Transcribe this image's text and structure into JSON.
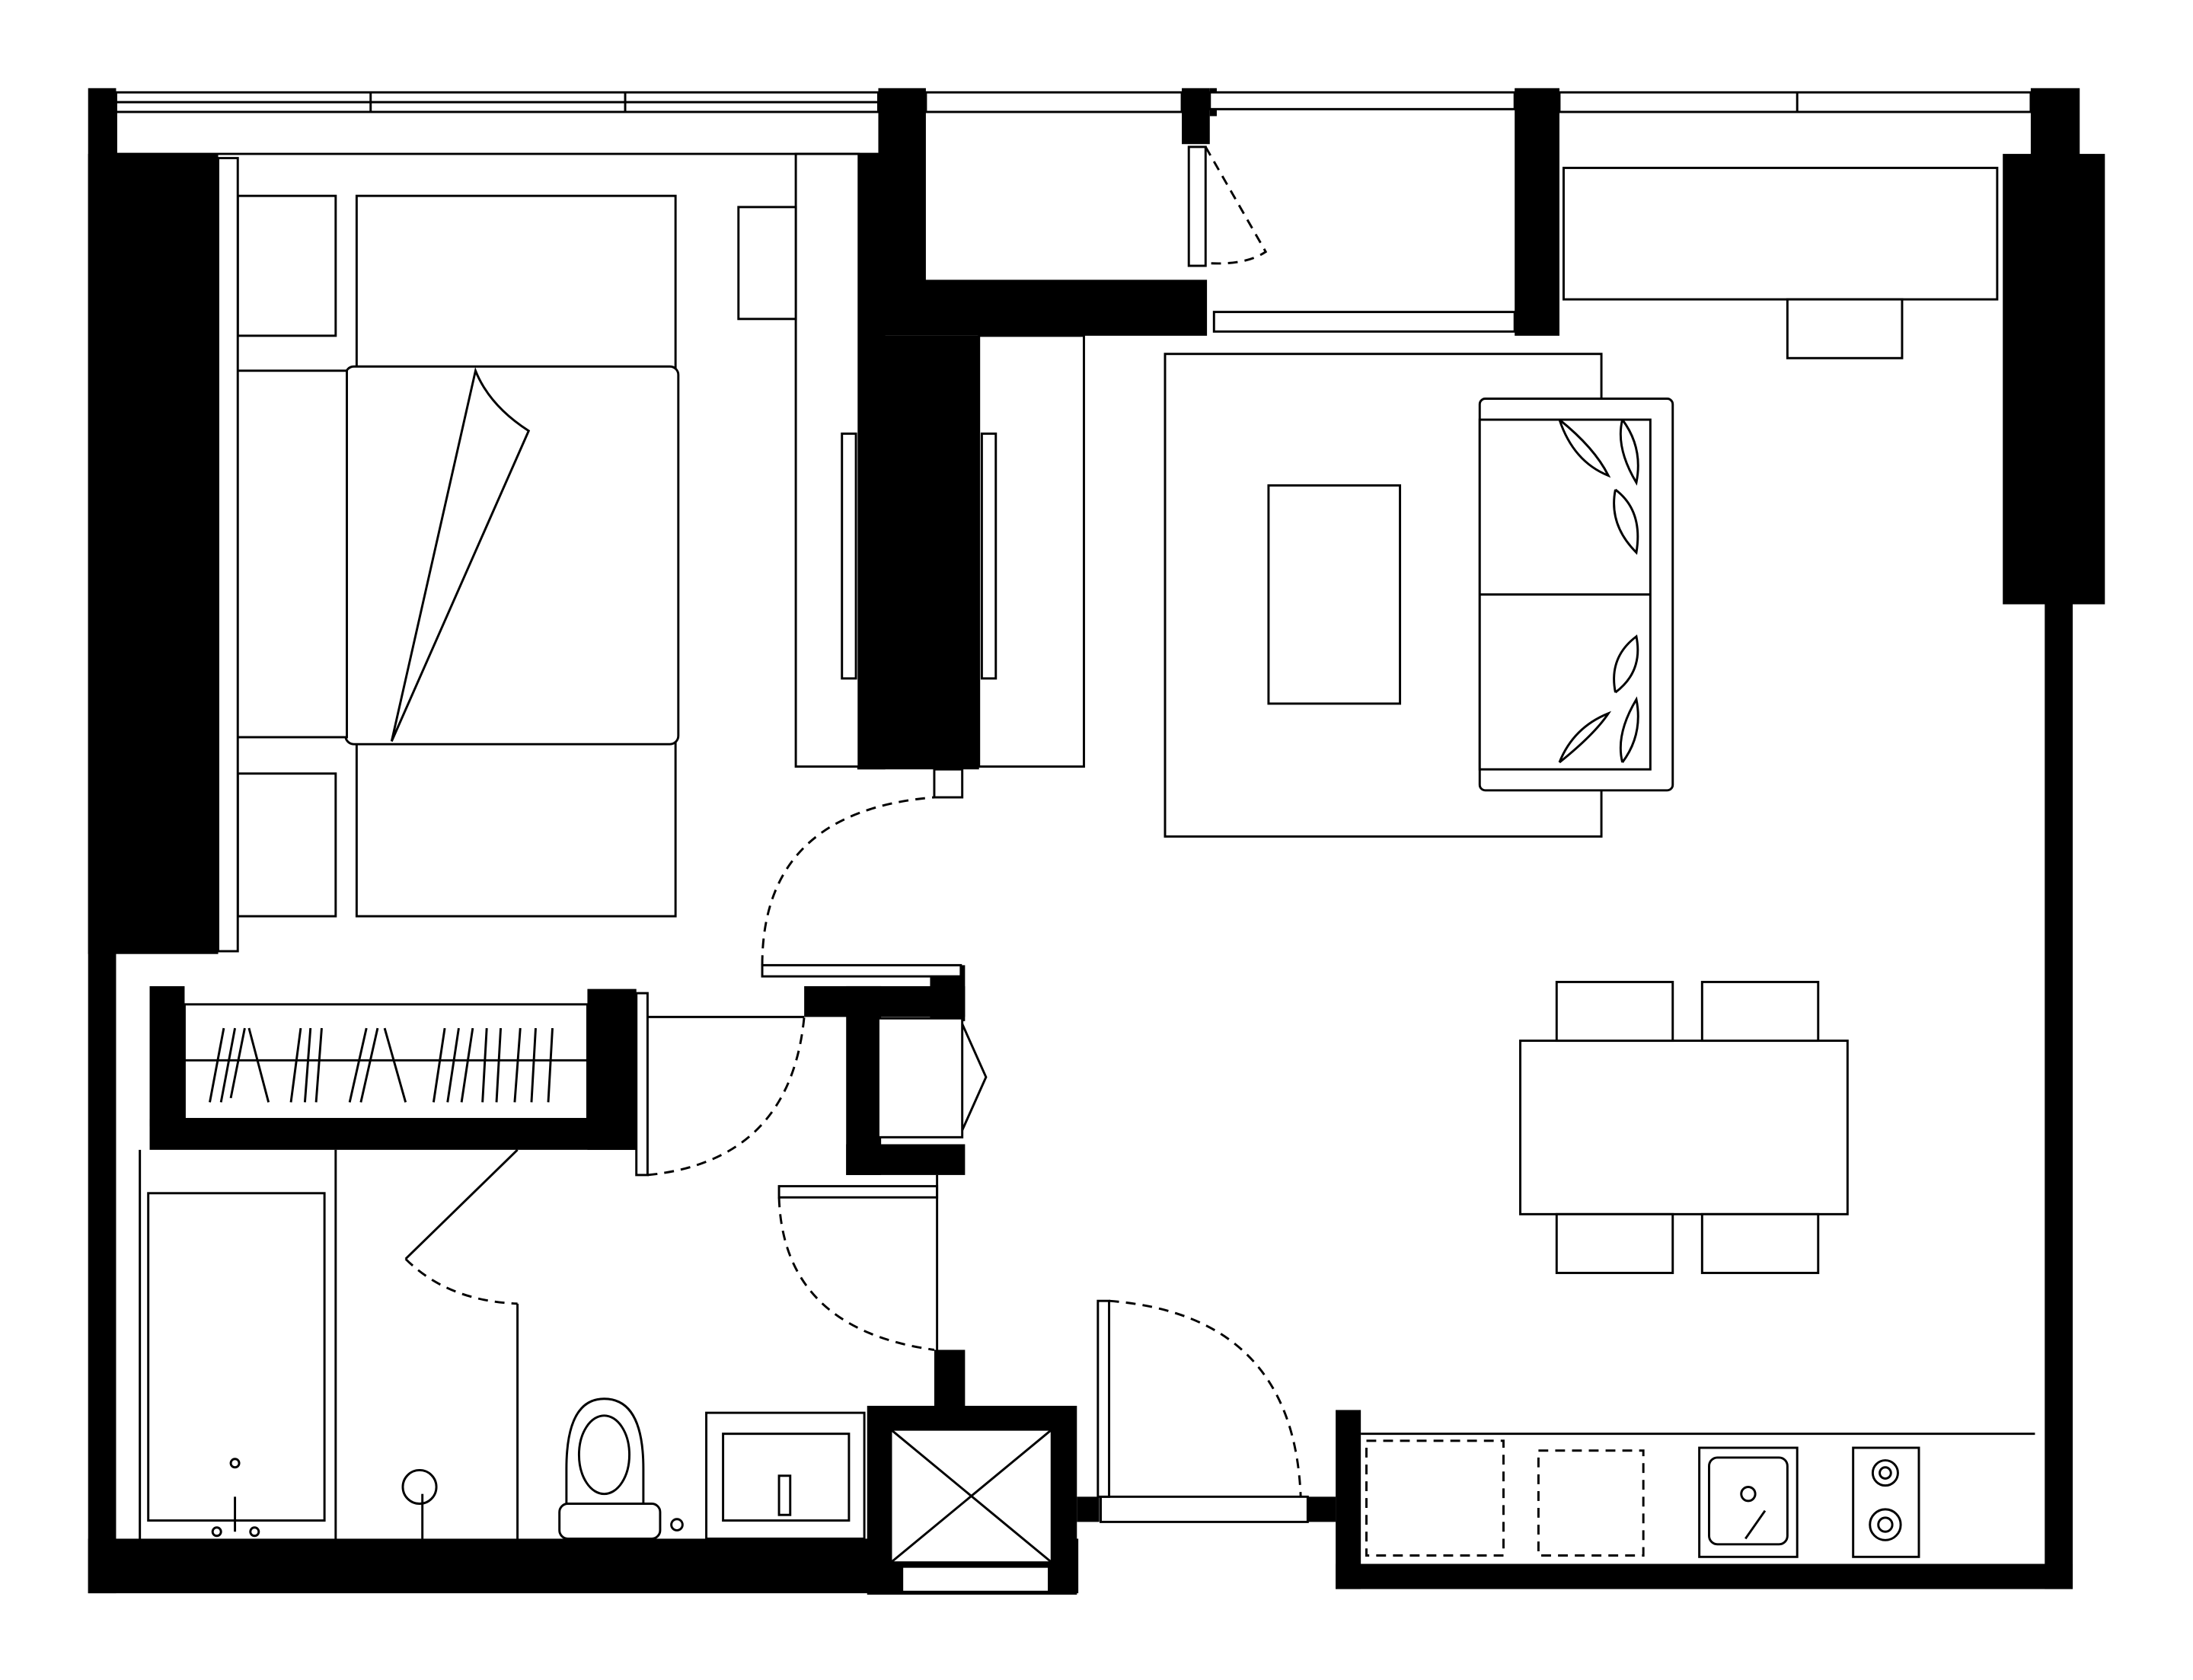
{
  "plan": {
    "colors": {
      "wall": "#000000",
      "background": "#ffffff",
      "line": "#000000"
    },
    "rooms": [
      "bedroom",
      "living-room",
      "dining-area",
      "kitchen",
      "bathroom",
      "closet",
      "balcony",
      "storage"
    ],
    "furniture": [
      "bed",
      "nightstand",
      "wardrobe",
      "desk",
      "sofa",
      "coffee-table",
      "rug",
      "dining-table",
      "dining-chair",
      "bathtub",
      "toilet",
      "sink",
      "stove",
      "kitchen-sink",
      "bookshelf",
      "shaft"
    ]
  }
}
